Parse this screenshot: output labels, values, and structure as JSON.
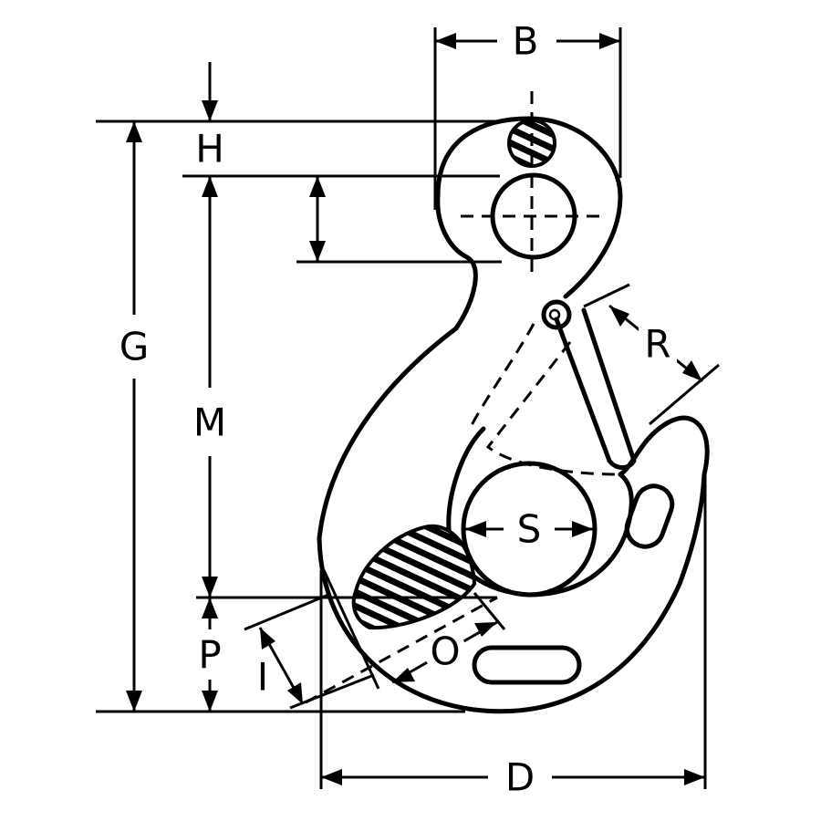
{
  "diagram": {
    "labels": {
      "B": "B",
      "H": "H",
      "G": "G",
      "M": "M",
      "R": "R",
      "S": "S",
      "P": "P",
      "I": "I",
      "O": "O",
      "D": "D"
    }
  }
}
